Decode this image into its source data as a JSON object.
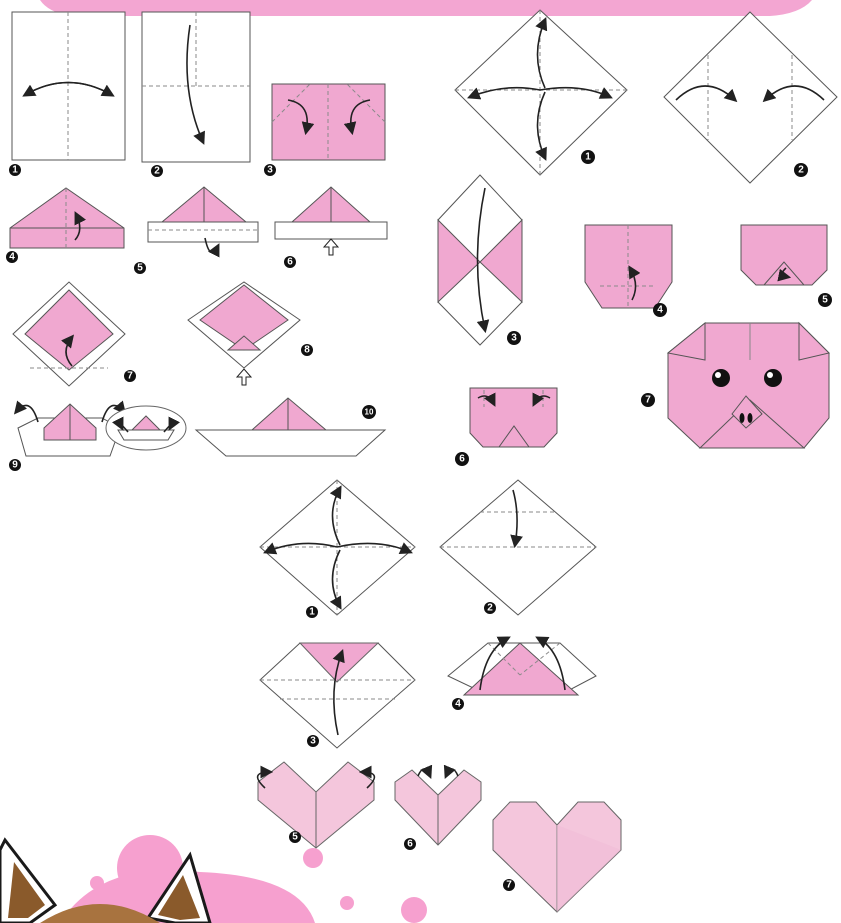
{
  "colors": {
    "paper_pink": "#f0a8d0",
    "heart_pink": "#f4c6dc",
    "banner_pink": "#f3a6d2",
    "blob_pink": "#f6a0cf",
    "step_badge": "#111111"
  },
  "boat": {
    "steps": [
      "1",
      "2",
      "3",
      "4",
      "5",
      "6",
      "7",
      "8",
      "9",
      "10"
    ]
  },
  "pig": {
    "steps": [
      "1",
      "2",
      "3",
      "4",
      "5",
      "6",
      "7"
    ]
  },
  "heart": {
    "steps": [
      "1",
      "2",
      "3",
      "4",
      "5",
      "6",
      "7"
    ]
  }
}
